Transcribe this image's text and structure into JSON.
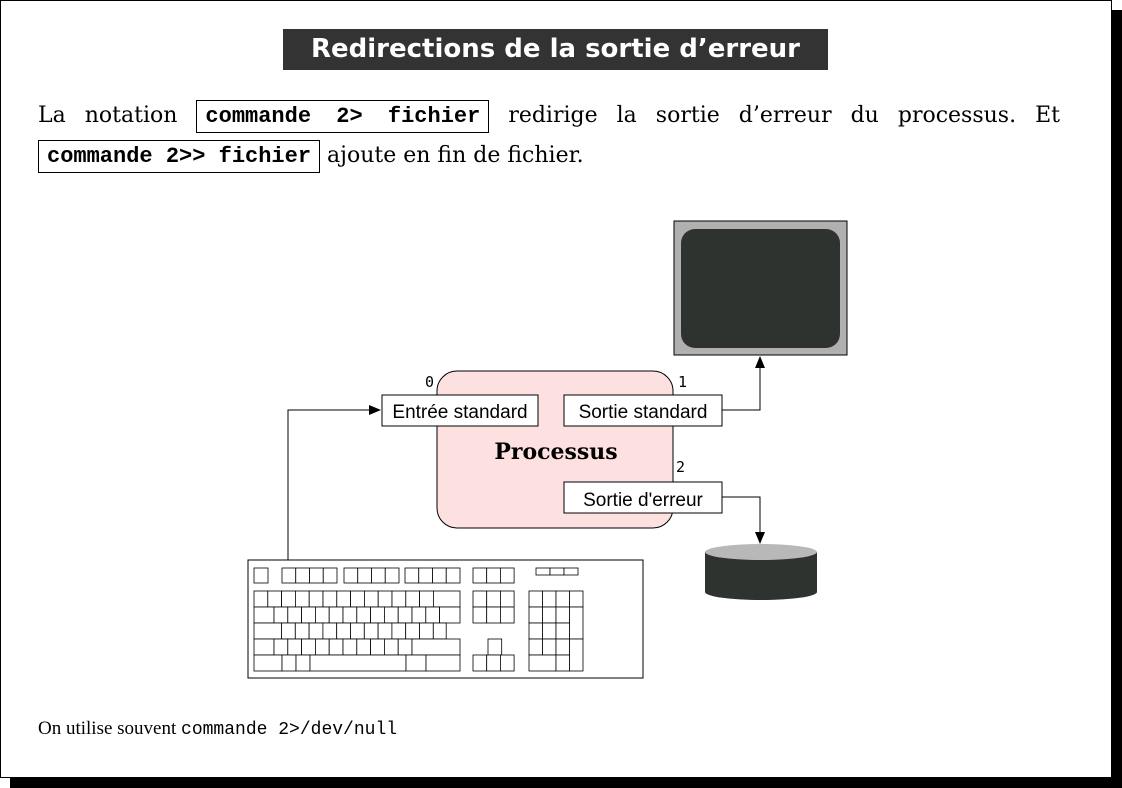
{
  "title": "Redirections de la sortie d’erreur",
  "paragraph": {
    "t1": "La notation",
    "code1": "commande 2> fichier",
    "t2": "redirige la sortie d’erreur du processus. Et",
    "code2": "commande 2>> fichier",
    "t3": "ajoute en fin de fichier."
  },
  "diagram": {
    "process_label": "Processus",
    "stdin_label": "Entrée standard",
    "stdout_label": "Sortie standard",
    "stderr_label": "Sortie d'erreur",
    "fd0": "0",
    "fd1": "1",
    "fd2": "2",
    "icons": [
      "monitor-icon",
      "keyboard-icon",
      "disk-icon"
    ],
    "colors": {
      "process_fill": "#fde0e0",
      "device_dark": "#2e3330",
      "device_light": "#b8b8b8"
    }
  },
  "footer": {
    "text": "On utilise souvent",
    "code": "commande 2>/dev/null"
  }
}
